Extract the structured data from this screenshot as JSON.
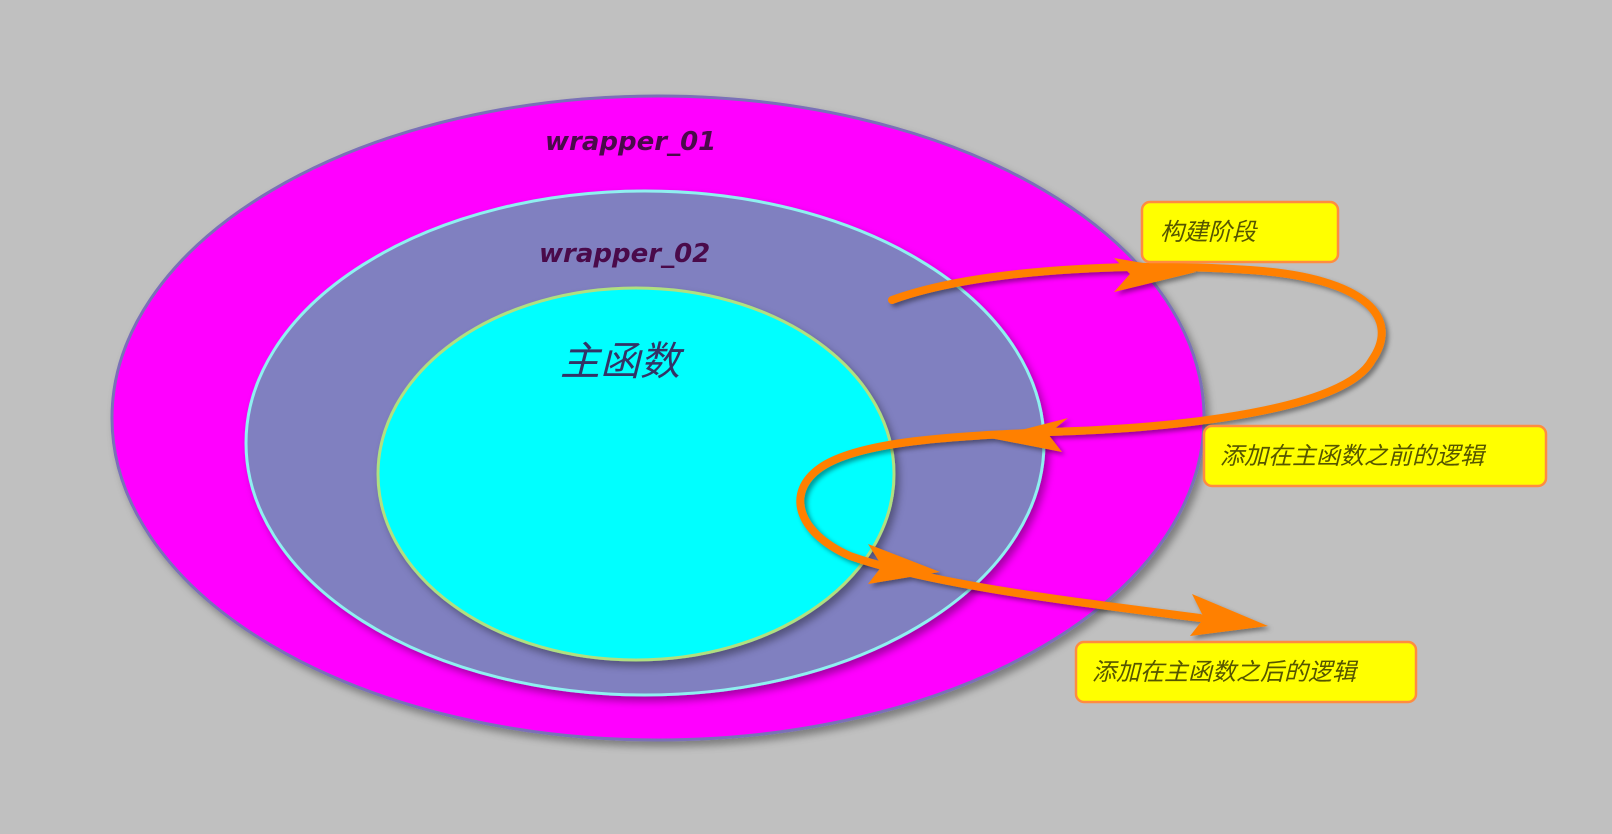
{
  "diagram": {
    "outer_ring": {
      "label": "wrapper_01",
      "fill": "#ff00ff",
      "stroke": "#7a6fb8"
    },
    "middle_ring": {
      "label": "wrapper_02",
      "fill": "#8080c0",
      "stroke": "#8ff0f0"
    },
    "core": {
      "label": "主函数",
      "fill": "#00ffff",
      "stroke": "#b0e080"
    },
    "callouts": [
      {
        "label": "构建阶段"
      },
      {
        "label": "添加在主函数之前的逻辑"
      },
      {
        "label": "添加在主函数之后的逻辑"
      }
    ],
    "arrow_color": "#ff8000",
    "callout_fill": "#ffff00",
    "callout_border": "#ff8c40",
    "background": "#c0c0c0"
  }
}
